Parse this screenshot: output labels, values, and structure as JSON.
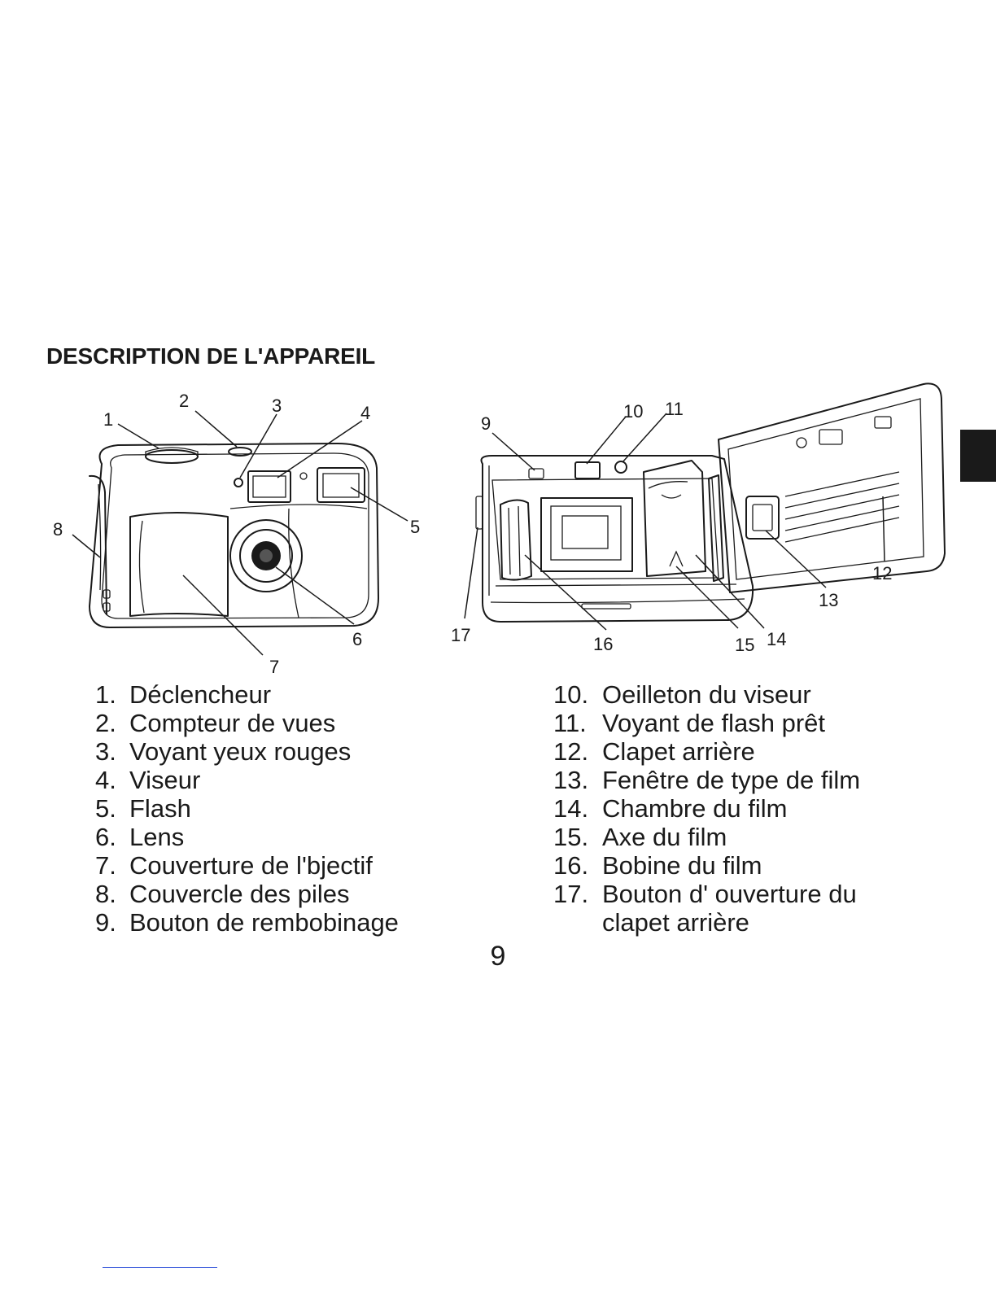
{
  "page": {
    "title": "DESCRIPTION DE L'APPAREIL",
    "page_number": "9"
  },
  "front_callouts": [
    "1",
    "2",
    "3",
    "4",
    "5",
    "6",
    "7",
    "8"
  ],
  "back_callouts": [
    "9",
    "10",
    "11",
    "12",
    "13",
    "14",
    "15",
    "16",
    "17"
  ],
  "parts_left": [
    {
      "num": "1.",
      "label": "Déclencheur"
    },
    {
      "num": "2.",
      "label": "Compteur de vues"
    },
    {
      "num": "3.",
      "label": "Voyant yeux rouges"
    },
    {
      "num": "4.",
      "label": "Viseur"
    },
    {
      "num": "5.",
      "label": "Flash"
    },
    {
      "num": "6.",
      "label": "Lens"
    },
    {
      "num": "7.",
      "label": "Couverture de l'bjectif"
    },
    {
      "num": "8.",
      "label": "Couvercle des piles"
    },
    {
      "num": "9.",
      "label": "Bouton de rembobinage"
    }
  ],
  "parts_right": [
    {
      "num": "10.",
      "label": "Oeilleton du viseur"
    },
    {
      "num": "11.",
      "label": "Voyant de flash prêt"
    },
    {
      "num": "12.",
      "label": "Clapet arrière"
    },
    {
      "num": "13.",
      "label": "Fenêtre de type de film"
    },
    {
      "num": "14.",
      "label": "Chambre du film"
    },
    {
      "num": "15.",
      "label": "Axe du film"
    },
    {
      "num": "16.",
      "label": "Bobine du film"
    },
    {
      "num": "17.",
      "label": "Bouton d' ouverture du"
    },
    {
      "num": "",
      "label": "clapet arrière"
    }
  ]
}
